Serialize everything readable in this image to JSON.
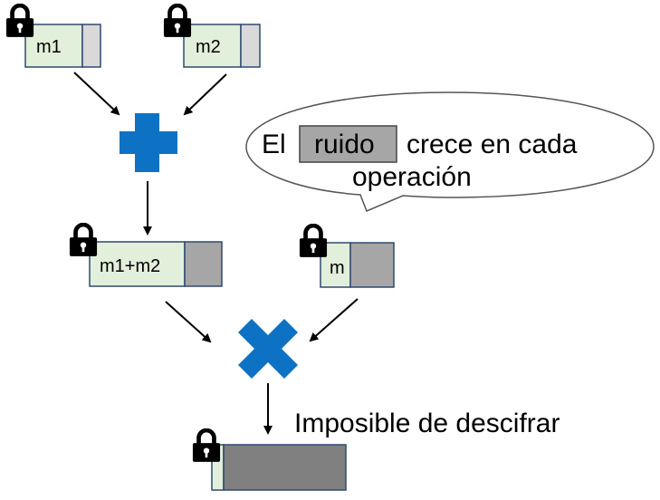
{
  "ciphertexts": {
    "m1": {
      "label": "m1"
    },
    "m2": {
      "label": "m2"
    },
    "sum": {
      "label": "m1+m2"
    },
    "m": {
      "label": "m"
    },
    "final": {
      "label": ""
    }
  },
  "callout": {
    "prefix": "El",
    "highlight": "ruido",
    "suffix": "crece en cada",
    "line2": "operación"
  },
  "result_text": "Imposible de descifrar",
  "operations": {
    "add": "plus-symbol",
    "multiply": "times-symbol"
  },
  "colors": {
    "message_fill": "#e2efda",
    "message_stroke": "#2f4a6e",
    "noise_light": "#d9d9d9",
    "noise_medium": "#a6a6a6",
    "noise_dark": "#808080",
    "operation_blue": "#0e72c4",
    "lock": "#000000",
    "arrow": "#000000"
  }
}
